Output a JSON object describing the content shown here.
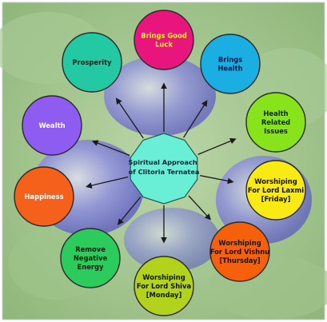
{
  "diagram": {
    "center": {
      "lines": [
        "Spiritual Approach",
        "of Clitoria Ternatea"
      ],
      "fill": "#69efd6",
      "stroke": "#1e5a52"
    },
    "nodes": [
      {
        "lines": [
          "Brings Good",
          "Luck"
        ],
        "fill": "#e8167c",
        "text_color": "#f4f21c"
      },
      {
        "lines": [
          "Brings",
          "Health"
        ],
        "fill": "#1aaee2",
        "text_color": "#0c1c4c"
      },
      {
        "lines": [
          "Health",
          "Related",
          "Issues"
        ],
        "fill": "#88e41a",
        "text_color": "#0d2a06"
      },
      {
        "lines": [
          "Worshiping",
          "For Lord Laxmi",
          "[Friday]"
        ],
        "fill": "#f8ea12",
        "text_color": "#161206"
      },
      {
        "lines": [
          "Worshiping",
          "For Lord Vishnu",
          "[Thursday]"
        ],
        "fill": "#f6600a",
        "text_color": "#161616"
      },
      {
        "lines": [
          "Worshiping",
          "For Lord Shiva",
          "[Monday]"
        ],
        "fill": "#b2d21c",
        "text_color": "#0f1806"
      },
      {
        "lines": [
          "Remove",
          "Negative",
          "Energy"
        ],
        "fill": "#2ccc5c",
        "text_color": "#0c2010"
      },
      {
        "lines": [
          "Happiness"
        ],
        "fill": "#f5601a",
        "text_color": "#ffffff"
      },
      {
        "lines": [
          "Wealth"
        ],
        "fill": "#8e5cf0",
        "text_color": "#ffffff"
      },
      {
        "lines": [
          "Prosperity"
        ],
        "fill": "#22c9a2",
        "text_color": "#0b2a22"
      }
    ]
  }
}
